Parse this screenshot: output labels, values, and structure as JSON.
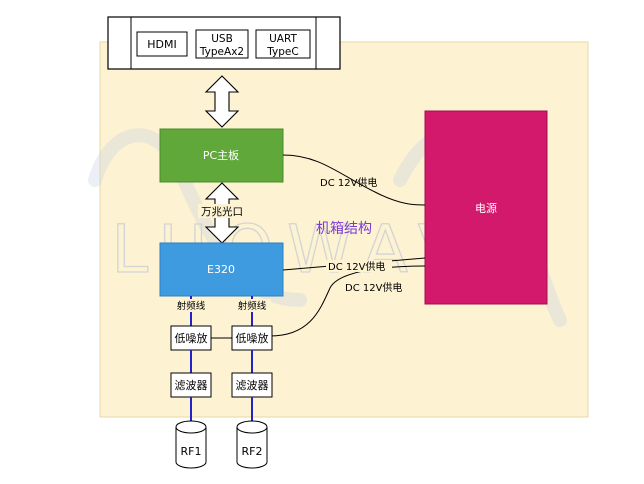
{
  "ports": {
    "hdmi": "HDMI",
    "usb_line1": "USB",
    "usb_line2": "TypeAx2",
    "uart_line1": "UART",
    "uart_line2": "TypeC"
  },
  "blocks": {
    "pc": "PC主板",
    "e320": "E320",
    "power": "电源",
    "lna": "低噪放",
    "filter": "滤波器"
  },
  "labels": {
    "link_10g": "万兆光口",
    "rf_cable": "射频线",
    "dc": "DC 12V供电",
    "chassis": "机箱结构",
    "rf1": "RF1",
    "rf2": "RF2"
  },
  "watermark": {
    "text": "LUOWAVE"
  },
  "colors": {
    "chassis_fill": "#fdf2d1",
    "pc_green": "#60a83a",
    "e320_blue": "#3f9be0",
    "power_magenta": "#d3196b",
    "rf_line": "#2222c8",
    "title_purple": "#7a3bd6"
  }
}
